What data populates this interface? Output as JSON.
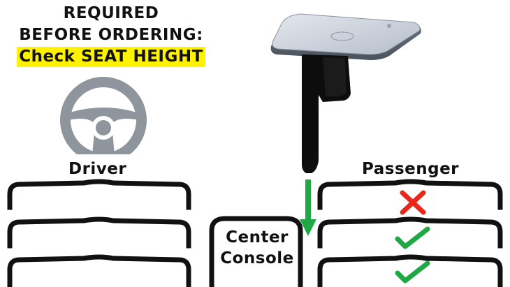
{
  "notice": {
    "line1": "REQUIRED",
    "line2": "BEFORE ORDERING:",
    "highlight": "Check SEAT HEIGHT"
  },
  "labels": {
    "driver": "Driver",
    "passenger": "Passenger",
    "console_line1": "Center",
    "console_line2": "Console"
  },
  "colors": {
    "highlight": "#fff200",
    "steering_wheel": "#8f959c",
    "arrow": "#1fa844",
    "check": "#1fa844",
    "cross": "#e8261c",
    "outline": "#111111"
  },
  "passenger_seat_positions": [
    {
      "status": "not-compatible",
      "icon": "x-mark-icon"
    },
    {
      "status": "compatible",
      "icon": "check-mark-icon"
    },
    {
      "status": "compatible",
      "icon": "check-mark-icon"
    }
  ]
}
